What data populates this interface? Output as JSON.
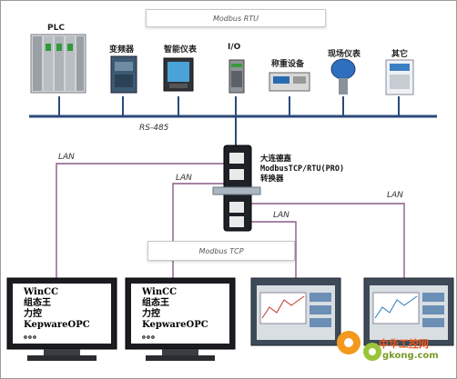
{
  "diagram": {
    "modbus_rtu_label": "Modbus RTU",
    "modbus_tcp_label": "Modbus TCP",
    "rs485_label": "RS-485",
    "lan_label": "LAN",
    "devices": [
      {
        "id": "plc",
        "label": "PLC"
      },
      {
        "id": "vfd",
        "label": "变频器"
      },
      {
        "id": "meter",
        "label": "智能仪表"
      },
      {
        "id": "io",
        "label": "I/O"
      },
      {
        "id": "weigh",
        "label": "称重设备"
      },
      {
        "id": "field",
        "label": "现场仪表"
      },
      {
        "id": "other",
        "label": "其它"
      }
    ],
    "converter": {
      "line1": "大连德嘉",
      "line2": "ModbusTCP/RTU(PRO)",
      "line3": "转换器"
    },
    "pc_software": [
      "WinCC",
      "组态王",
      "力控",
      "KepwareOPC",
      "。。。"
    ],
    "watermark": {
      "cn": "中华工控网",
      "url": "gkong.com"
    }
  }
}
